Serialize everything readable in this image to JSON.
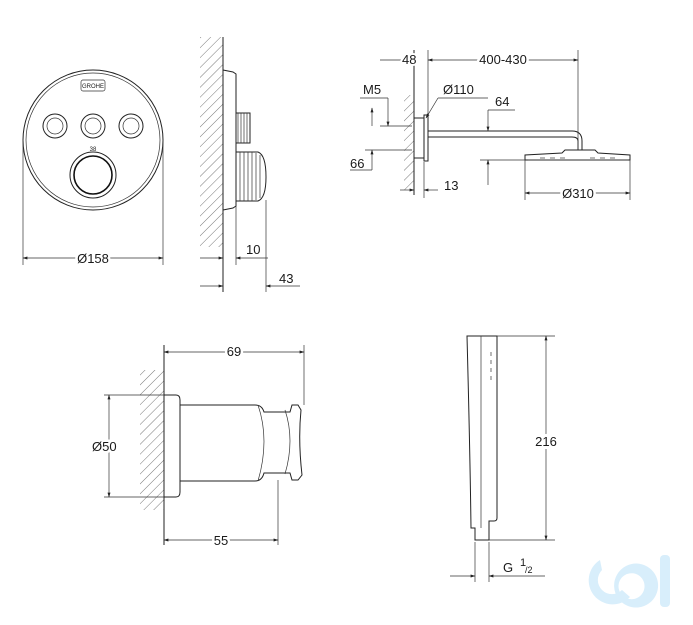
{
  "brand": {
    "logo_text": "GROHE",
    "watermark": "cd"
  },
  "thermostat_front": {
    "diameter_label": "Ø158",
    "knob_scale_label": "38"
  },
  "thermostat_side": {
    "depth_label_1": "10",
    "depth_label_2": "43"
  },
  "shower_arm": {
    "offset_label": "48",
    "length_label": "400-430",
    "thread_label": "M5",
    "flange_label": "Ø110",
    "drop_label": "64",
    "height_label": "66",
    "wall_gap_label": "13",
    "head_diameter_label": "Ø310"
  },
  "wall_holder": {
    "length_label": "69",
    "diameter_label": "Ø50",
    "depth_label": "55"
  },
  "hand_shower": {
    "length_label": "216",
    "connection_label": "G",
    "connection_fraction_num": "1",
    "connection_fraction_den": "2"
  }
}
